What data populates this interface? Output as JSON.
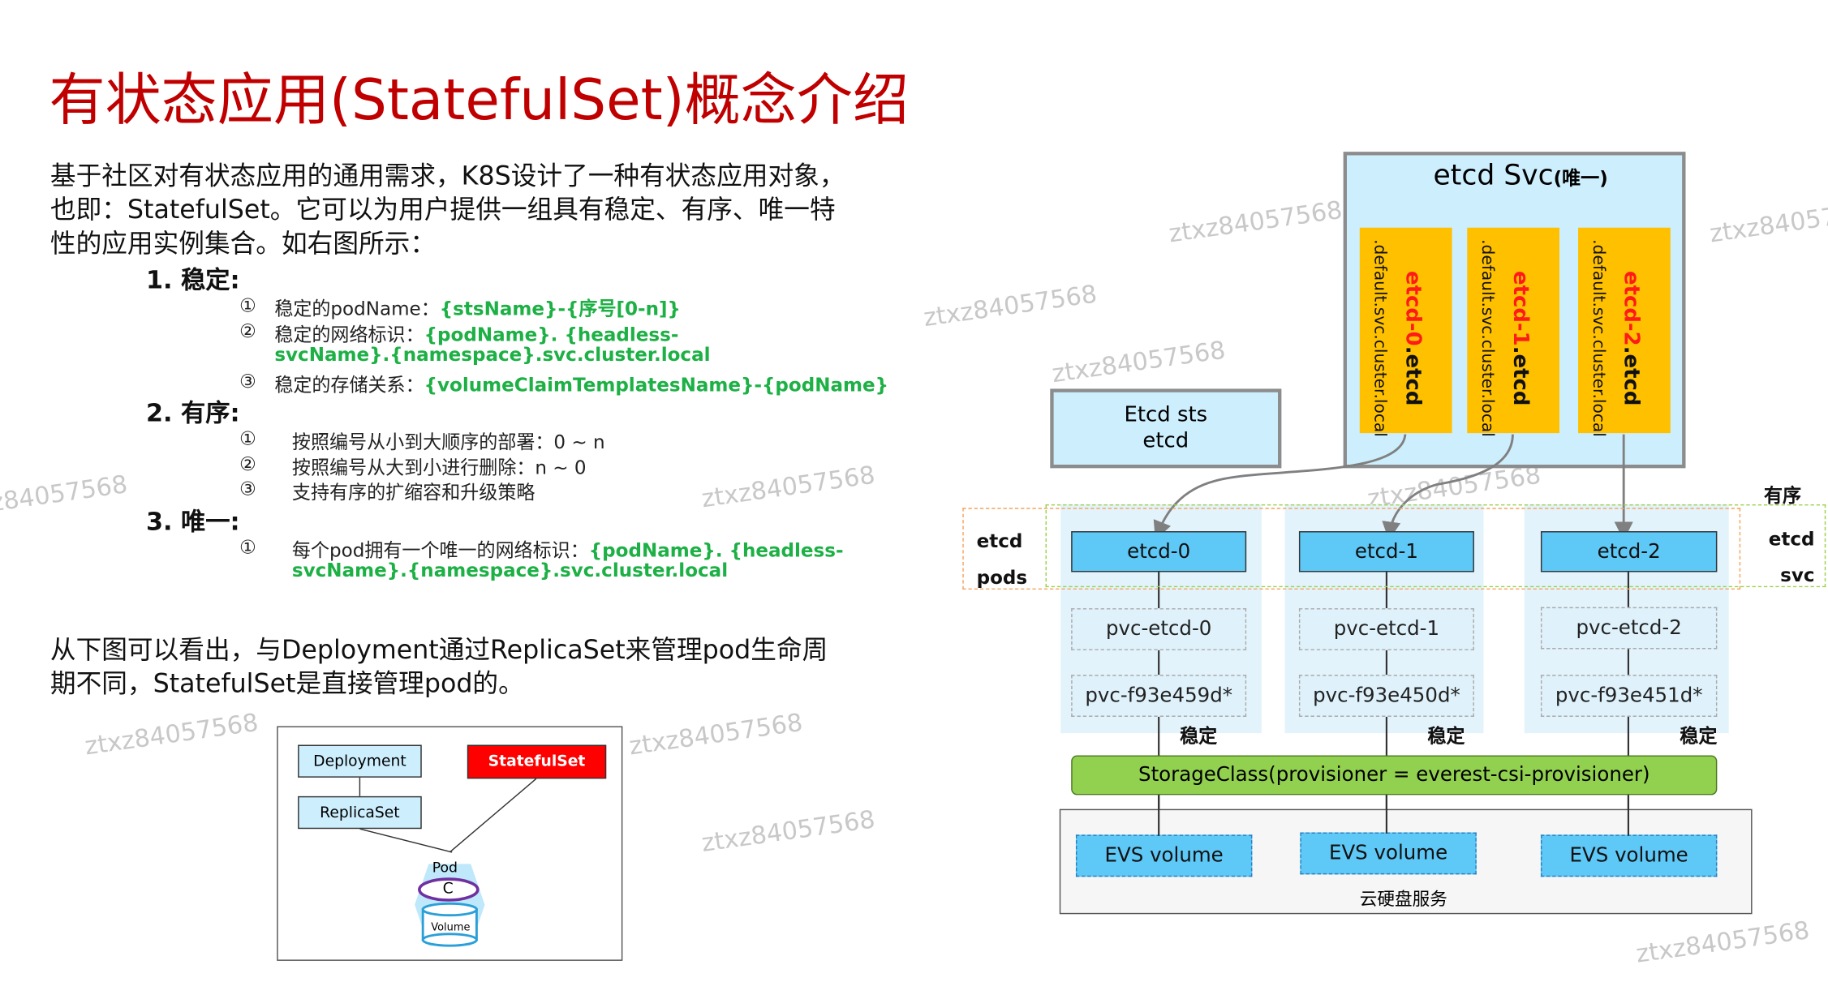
{
  "title": "有状态应用(StatefulSet)概念介绍",
  "intro": [
    "基于社区对有状态应用的通用需求，K8S设计了一种有状态应用对象，",
    "也即：StatefulSet。它可以为用户提供一组具有稳定、有序、唯一特",
    "性的应用实例集合。如右图所示："
  ],
  "sections": [
    {
      "heading": "1. 稳定:",
      "items": [
        {
          "num": "①",
          "text": "稳定的podName：",
          "value": "{stsName}-{序号[0-n]}"
        },
        {
          "num": "②",
          "text": "稳定的网络标识：",
          "value": "{podName}. {headless-",
          "value2": "svcName}.{namespace}.svc.cluster.local"
        },
        {
          "num": "③",
          "text": "稳定的存储关系：",
          "value": "{volumeClaimTemplatesName}-{podName}"
        }
      ]
    },
    {
      "heading": "2. 有序:",
      "items": [
        {
          "num": "①",
          "text": "按照编号从小到大顺序的部署：0 ~ n"
        },
        {
          "num": "②",
          "text": "按照编号从大到小进行删除：n ~ 0"
        },
        {
          "num": "③",
          "text": "支持有序的扩缩容和升级策略"
        }
      ]
    },
    {
      "heading": "3. 唯一:",
      "items": [
        {
          "num": "①",
          "text": "每个pod拥有一个唯一的网络标识：",
          "value": "{podName}. {headless-",
          "value2": "svcName}.{namespace}.svc.cluster.local"
        }
      ]
    }
  ],
  "outro": [
    "从下图可以看出，与Deployment通过ReplicaSet来管理pod生命周",
    "期不同，StatefulSet是直接管理pod的。"
  ],
  "small_diagram": {
    "deployment": "Deployment",
    "statefulset": "StatefulSet",
    "replicaset": "ReplicaSet",
    "pod": "Pod",
    "container": "C",
    "volume": "Volume"
  },
  "diagram": {
    "svc_title": "etcd Svc",
    "svc_suffix": "(唯一)",
    "dns": [
      {
        "name": "etcd-0",
        "suffix": ".etcd",
        "domain": ".default.svc.cluster.local"
      },
      {
        "name": "etcd-1",
        "suffix": ".etcd",
        "domain": ".default.svc.cluster.local"
      },
      {
        "name": "etcd-2",
        "suffix": ".etcd",
        "domain": ".default.svc.cluster.local"
      }
    ],
    "sts": [
      "Etcd sts",
      "etcd"
    ],
    "left_label": [
      "etcd",
      "pods"
    ],
    "right_label": [
      "etcd",
      "svc"
    ],
    "ordered": "有序",
    "pods": [
      "etcd-0",
      "etcd-1",
      "etcd-2"
    ],
    "pvcs": [
      "pvc-etcd-0",
      "pvc-etcd-1",
      "pvc-etcd-2"
    ],
    "pvs": [
      "pvc-f93e459d*",
      "pvc-f93e450d*",
      "pvc-f93e451d*"
    ],
    "stable": "稳定",
    "storageclass": "StorageClass(provisioner = everest-csi-provisioner)",
    "evs": [
      "EVS volume",
      "EVS volume",
      "EVS volume"
    ],
    "cloud": "云硬盘服务"
  },
  "watermark": "ztxz84057568",
  "colors": {
    "title": "#c00000",
    "green": "#1db045",
    "orange": "#ffc000",
    "pod": "#5ec8f7",
    "storage": "#92d050"
  }
}
